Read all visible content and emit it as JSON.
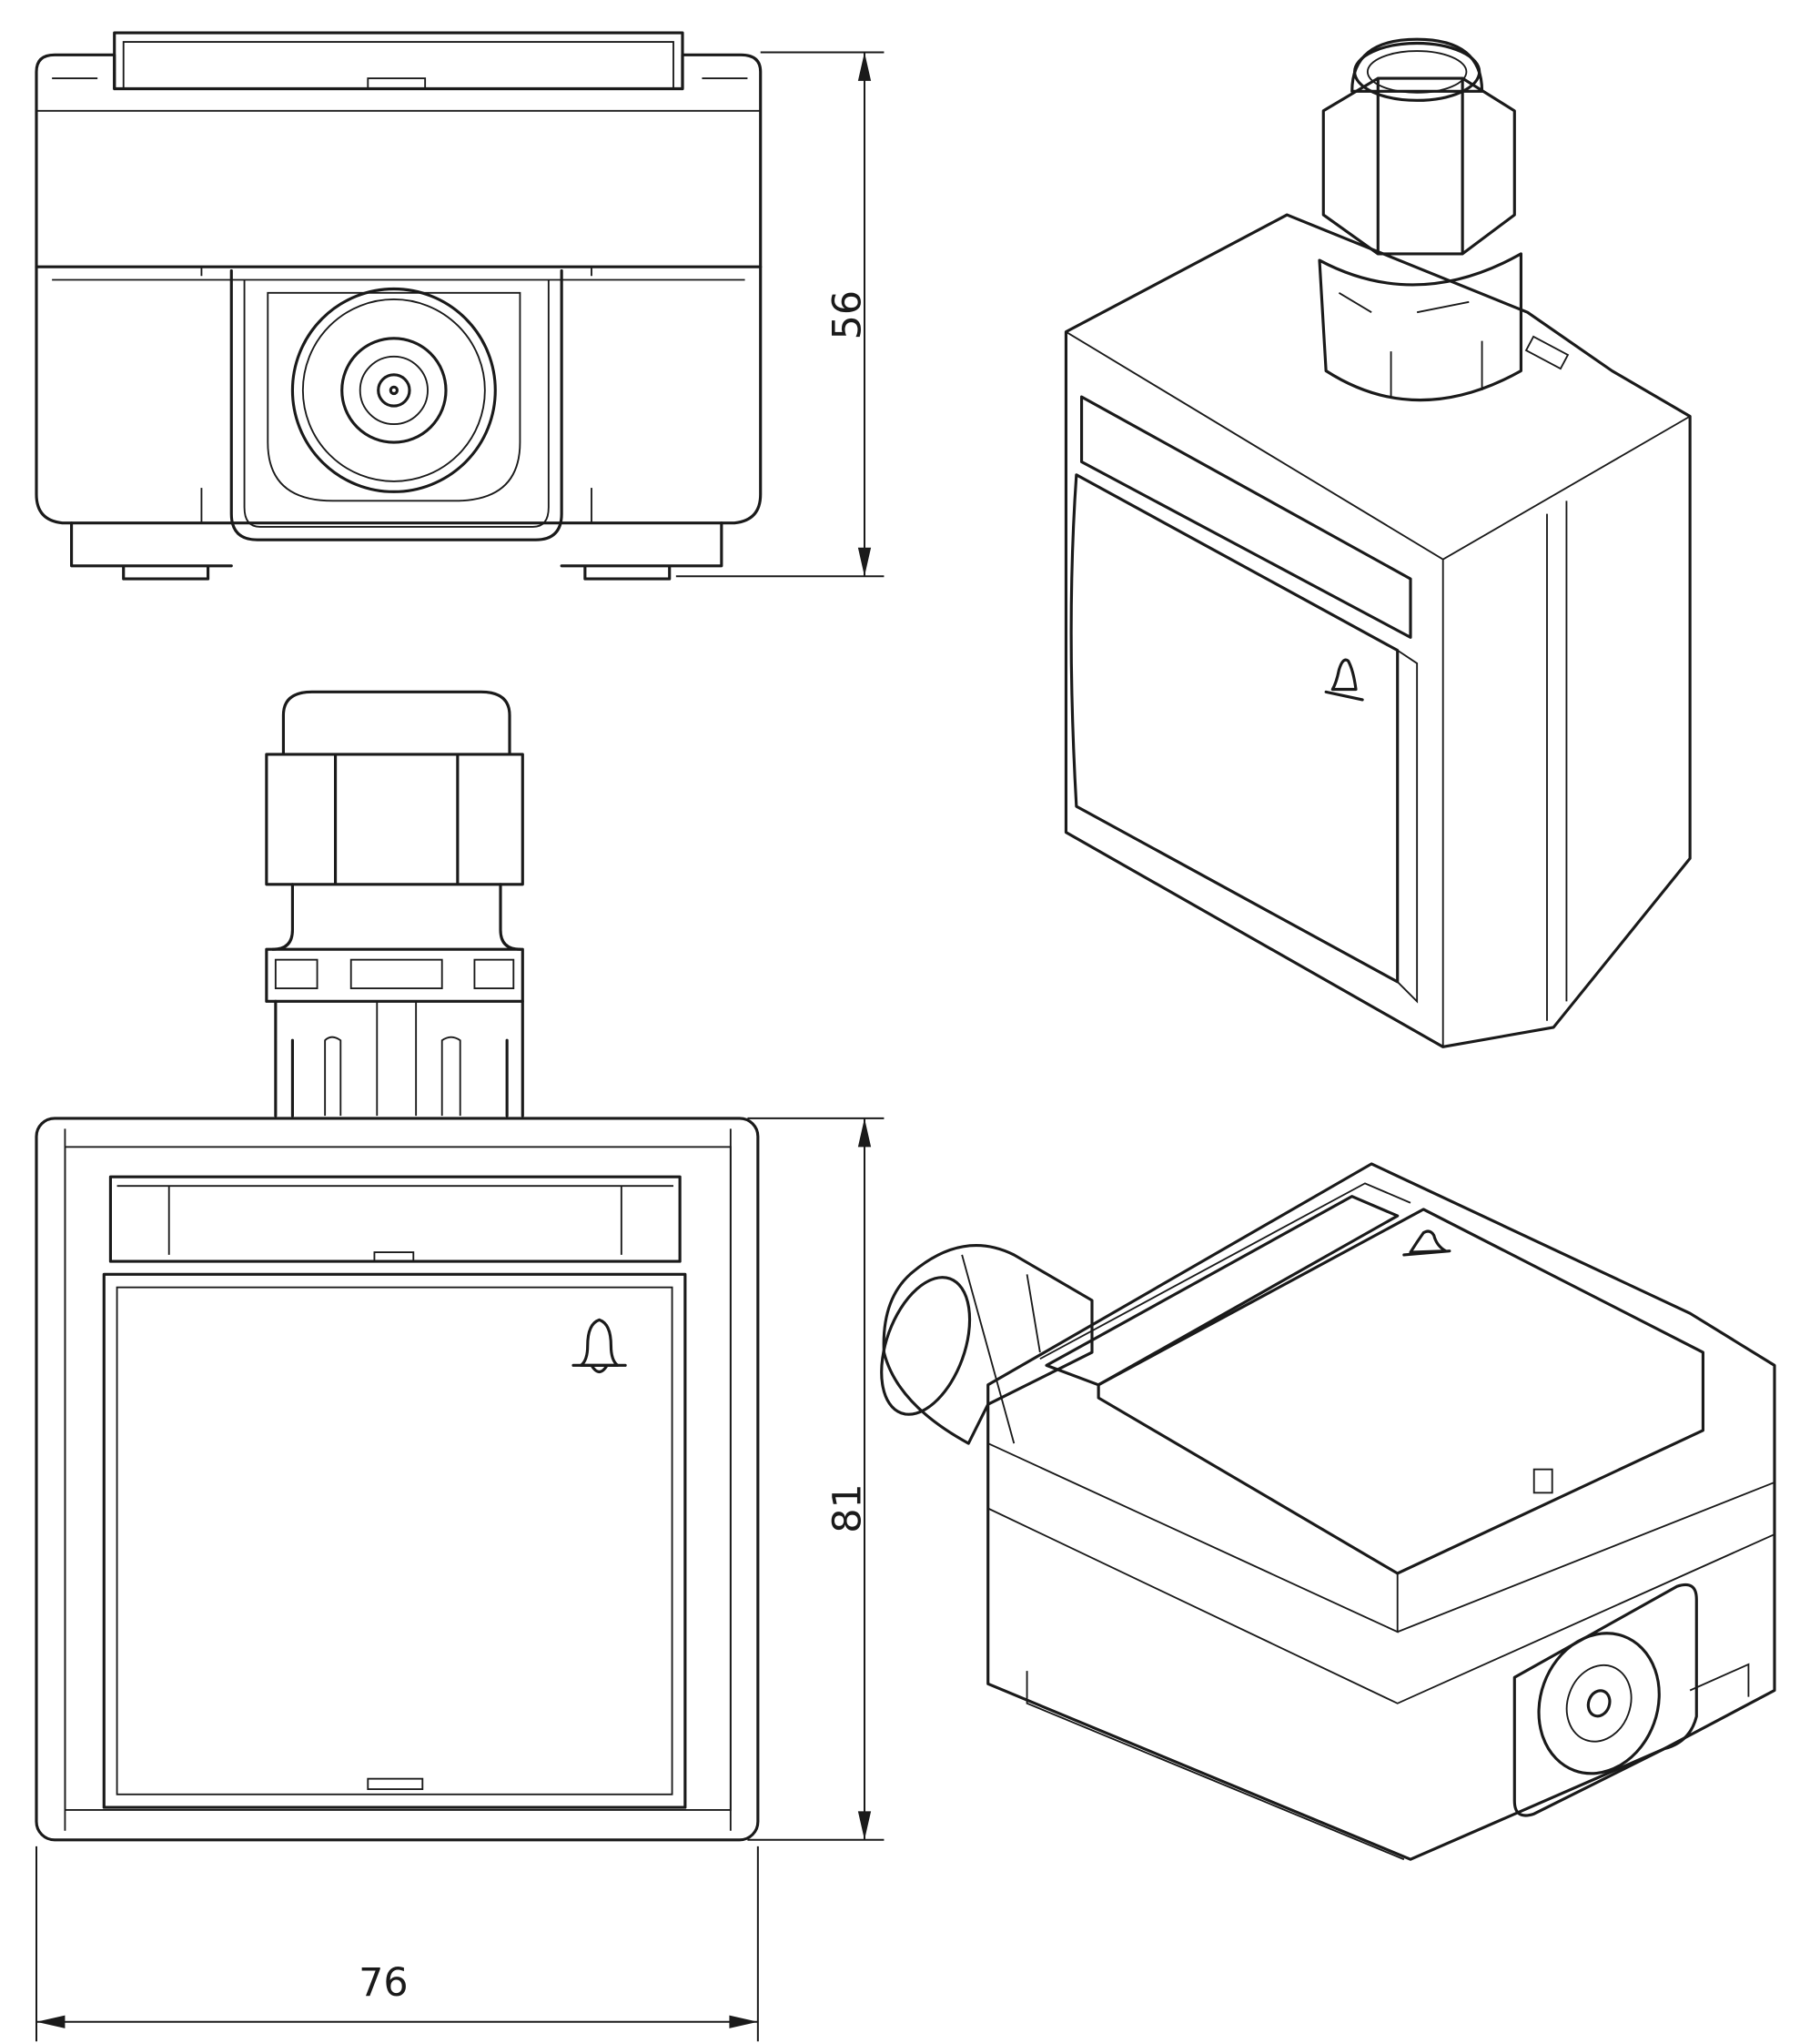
{
  "drawing": {
    "dimensions": {
      "height_side": "56",
      "height_front": "81",
      "width_front": "76"
    },
    "icons": [
      "bell-icon",
      "socket-icon",
      "cable-gland-icon"
    ]
  }
}
